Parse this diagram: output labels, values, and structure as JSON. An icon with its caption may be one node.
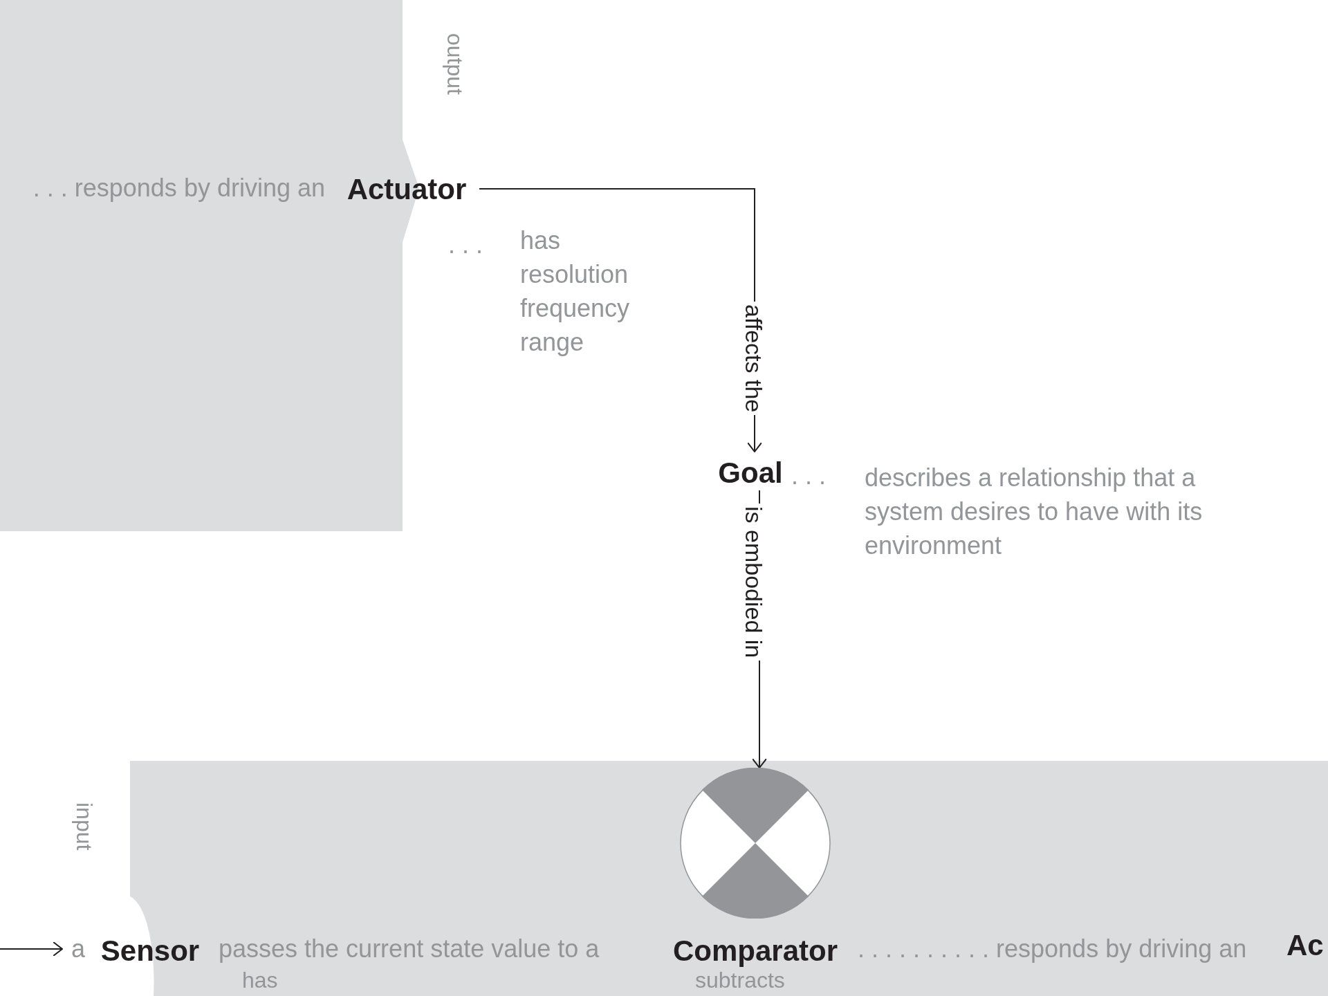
{
  "diagram": {
    "nodes": [
      {
        "text": [
          "Actuator"
        ],
        "beside": [
          ". . . responds by driving an"
        ]
      },
      {
        "text": [
          "Goal"
        ],
        "beside": [
          "describes a relationship that a system desires to have with its environment"
        ]
      },
      {
        "text": [
          "Comparator"
        ]
      },
      {
        "text": [
          "Sensor"
        ],
        "beside": [
          "a"
        ]
      }
    ],
    "edges": [
      {
        "from": 0,
        "to": 1,
        "arrow": "to",
        "label": "affects the"
      },
      {
        "from": 1,
        "to": 2,
        "arrow": "to",
        "label": "is embodied in"
      },
      {
        "from": null,
        "to": 3,
        "arrow": "to"
      }
    ],
    "labels": [
      "output",
      ". . .",
      "has",
      "resolution",
      "frequency",
      "range",
      ". . .",
      "input",
      "passes the current state value to a",
      ". . . . . . . . . . responds by driving an",
      "Ac",
      "has",
      "subtracts"
    ]
  }
}
